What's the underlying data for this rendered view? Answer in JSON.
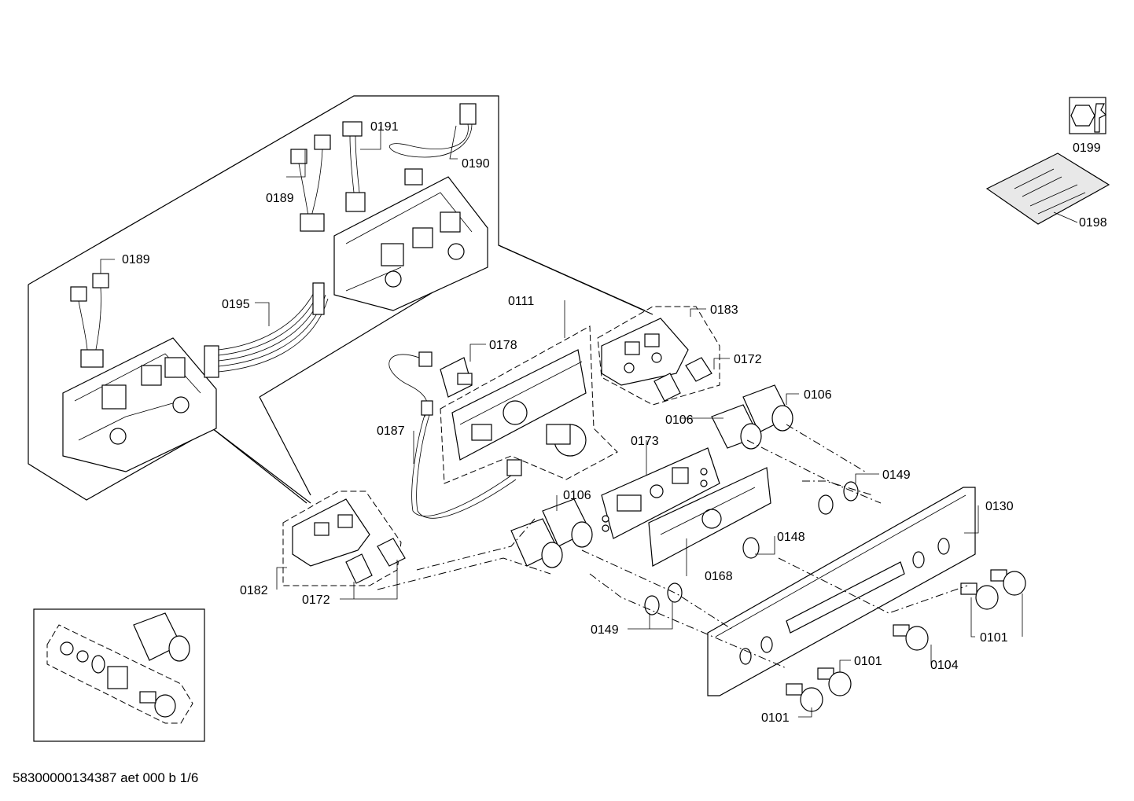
{
  "labels": {
    "l0111": "0111",
    "l0178": "0178",
    "l0187": "0187",
    "l0189a": "0189",
    "l0189b": "0189",
    "l0190": "0190",
    "l0191": "0191",
    "l0195": "0195",
    "l0183": "0183",
    "l0172a": "0172",
    "l0172b": "0172",
    "l0106a": "0106",
    "l0106b": "0106",
    "l0106c": "0106",
    "l0173": "0173",
    "l0149a": "0149",
    "l0149b": "0149",
    "l0130": "0130",
    "l0148": "0148",
    "l0168": "0168",
    "l0182": "0182",
    "l0101a": "0101",
    "l0101b": "0101",
    "l0101c": "0101",
    "l0104": "0104",
    "l0199": "0199",
    "l0198": "0198"
  },
  "footer": "58300000134387 aet 000 b 1/6",
  "icons": [
    "wrench-icon",
    "screw-bag-icon"
  ]
}
